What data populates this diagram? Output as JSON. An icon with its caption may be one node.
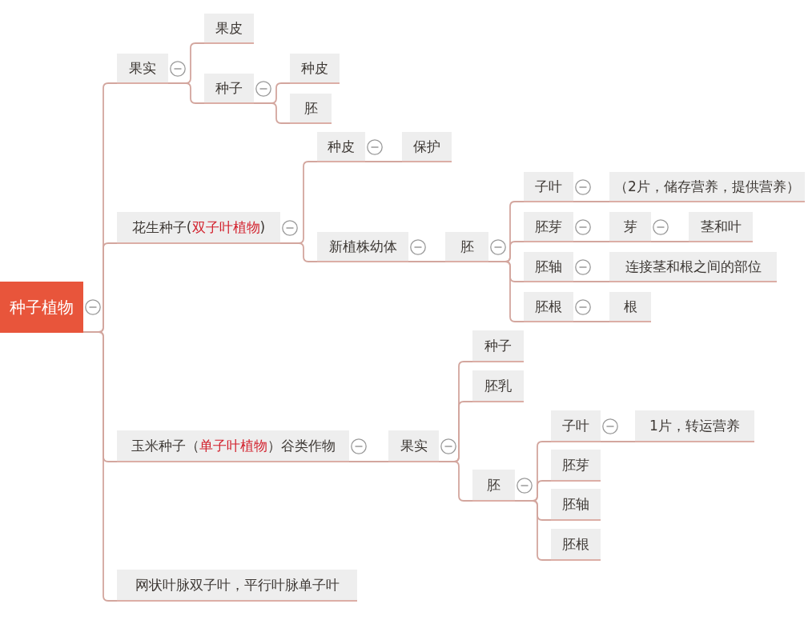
{
  "diagram": {
    "nodes": [
      {
        "text": [
          "种子植物"
        ]
      },
      {
        "text": [
          "果实"
        ]
      },
      {
        "text": [
          "果皮"
        ]
      },
      {
        "text": [
          "种子"
        ]
      },
      {
        "text": [
          "种皮"
        ]
      },
      {
        "text": [
          "胚"
        ]
      },
      {
        "text": [
          "花生种子(**双子叶植物**)"
        ]
      },
      {
        "text": [
          "种皮"
        ]
      },
      {
        "text": [
          "保护"
        ]
      },
      {
        "text": [
          "新植株幼体"
        ]
      },
      {
        "text": [
          "胚"
        ]
      },
      {
        "text": [
          "子叶"
        ]
      },
      {
        "text": [
          "（2片，储存营养，提供营养）"
        ]
      },
      {
        "text": [
          "胚芽"
        ]
      },
      {
        "text": [
          "芽"
        ]
      },
      {
        "text": [
          "茎和叶"
        ]
      },
      {
        "text": [
          "胚轴"
        ]
      },
      {
        "text": [
          "连接茎和根之间的部位"
        ]
      },
      {
        "text": [
          "胚根"
        ]
      },
      {
        "text": [
          "根"
        ]
      },
      {
        "text": [
          "玉米种子（**单子叶植物**）谷类作物"
        ]
      },
      {
        "text": [
          "果实"
        ]
      },
      {
        "text": [
          "种子"
        ]
      },
      {
        "text": [
          "胚乳"
        ]
      },
      {
        "text": [
          "胚"
        ]
      },
      {
        "text": [
          "子叶"
        ]
      },
      {
        "text": [
          "1片，转运营养"
        ]
      },
      {
        "text": [
          "胚芽"
        ]
      },
      {
        "text": [
          "胚轴"
        ]
      },
      {
        "text": [
          "胚根"
        ]
      },
      {
        "text": [
          "网状叶脉双子叶，平行叶脉单子叶"
        ]
      }
    ],
    "edges": [
      {
        "from": 0,
        "to": 1,
        "arrow": "none"
      },
      {
        "from": 1,
        "to": 2,
        "arrow": "none"
      },
      {
        "from": 1,
        "to": 3,
        "arrow": "none"
      },
      {
        "from": 3,
        "to": 4,
        "arrow": "none"
      },
      {
        "from": 3,
        "to": 5,
        "arrow": "none"
      },
      {
        "from": 0,
        "to": 6,
        "arrow": "none"
      },
      {
        "from": 6,
        "to": 7,
        "arrow": "none"
      },
      {
        "from": 7,
        "to": 8,
        "arrow": "none"
      },
      {
        "from": 6,
        "to": 9,
        "arrow": "none"
      },
      {
        "from": 9,
        "to": 10,
        "arrow": "none"
      },
      {
        "from": 10,
        "to": 11,
        "arrow": "none"
      },
      {
        "from": 11,
        "to": 12,
        "arrow": "none"
      },
      {
        "from": 10,
        "to": 13,
        "arrow": "none"
      },
      {
        "from": 13,
        "to": 14,
        "arrow": "none"
      },
      {
        "from": 14,
        "to": 15,
        "arrow": "none"
      },
      {
        "from": 10,
        "to": 16,
        "arrow": "none"
      },
      {
        "from": 16,
        "to": 17,
        "arrow": "none"
      },
      {
        "from": 10,
        "to": 18,
        "arrow": "none"
      },
      {
        "from": 18,
        "to": 19,
        "arrow": "none"
      },
      {
        "from": 0,
        "to": 20,
        "arrow": "none"
      },
      {
        "from": 20,
        "to": 21,
        "arrow": "none"
      },
      {
        "from": 21,
        "to": 22,
        "arrow": "none"
      },
      {
        "from": 21,
        "to": 23,
        "arrow": "none"
      },
      {
        "from": 21,
        "to": 24,
        "arrow": "none"
      },
      {
        "from": 24,
        "to": 25,
        "arrow": "none"
      },
      {
        "from": 25,
        "to": 26,
        "arrow": "none"
      },
      {
        "from": 24,
        "to": 27,
        "arrow": "none"
      },
      {
        "from": 24,
        "to": 28,
        "arrow": "none"
      },
      {
        "from": 24,
        "to": 29,
        "arrow": "none"
      },
      {
        "from": 0,
        "to": 30,
        "arrow": "none"
      }
    ]
  }
}
